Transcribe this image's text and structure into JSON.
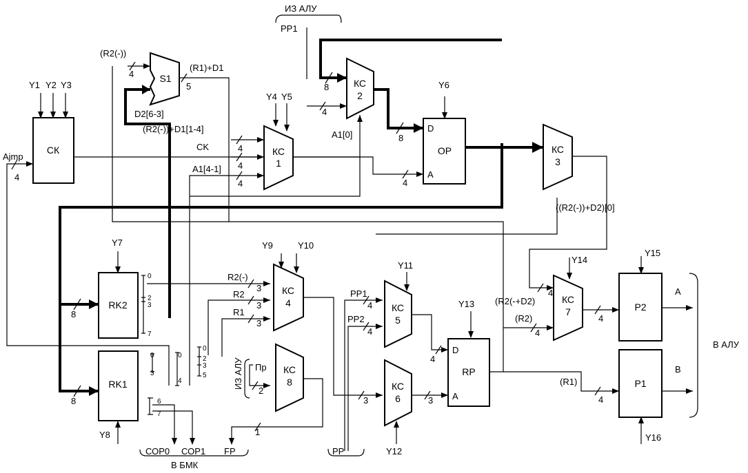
{
  "blocks": {
    "ck": "СК",
    "s1": "S1",
    "kc1": [
      "КС",
      "1"
    ],
    "kc2": [
      "КС",
      "2"
    ],
    "kc3": [
      "КС",
      "3"
    ],
    "kc4": [
      "КС",
      "4"
    ],
    "kc5": [
      "КС",
      "5"
    ],
    "kc6": [
      "КС",
      "6"
    ],
    "kc7": [
      "КС",
      "7"
    ],
    "kc8": [
      "КС",
      "8"
    ],
    "op": "ОР",
    "op_d": "D",
    "op_a": "A",
    "rp": "RP",
    "rp_d": "D",
    "rp_a": "A",
    "rk1": "RK1",
    "rk2": "RK2",
    "p1": "P1",
    "p2": "P2"
  },
  "signals": {
    "y1": "Y1",
    "y2": "Y2",
    "y3": "Y3",
    "y4": "Y4",
    "y5": "Y5",
    "y6": "Y6",
    "y7": "Y7",
    "y8": "Y8",
    "y9": "Y9",
    "y10": "Y10",
    "y11": "Y11",
    "y12": "Y12",
    "y13": "Y13",
    "y14": "Y14",
    "y15": "Y15",
    "y16": "Y16"
  },
  "labels": {
    "iz_alu_top": "ИЗ АЛУ",
    "iz_alu_side": "ИЗ АЛУ",
    "pp1_top": "PP1",
    "r2m_top": "(R2(-))",
    "r1_plus_d1": "(R1)+D1",
    "d2": "D2[6-3]",
    "r2m_d1": "(R2(-))+D1[1-4]",
    "ck_wire": "CK",
    "a1_41": "A1[4-1]",
    "a1_0": "A1[0]",
    "ajmp": "Ajmp",
    "r2m_d2_0": "((R2(-))+D2)[0]",
    "r2m_kc4": "R2(-)",
    "r2_kc4": "R2",
    "r1_kc4": "R1",
    "pp1_kc5": "PP1",
    "pp2_kc5": "PP2",
    "pr": "Пр",
    "r2m_d2_kc7": "(R2(-+D2)",
    "r2_kc7": "(R2)",
    "r1_p1": "(R1)",
    "out_a": "A",
    "out_b": "B",
    "v_alu": "В АЛУ",
    "cop0": "СОР0",
    "cop1": "СОР1",
    "fp": "FP",
    "v_bmk": "В БМК",
    "pp_bottom": "PP"
  },
  "bus_widths": {
    "ajmp": "4",
    "s1_in": "4",
    "s1_out": "5",
    "kc1_in1": "4",
    "kc1_in2": "4",
    "kc1_in3": "4",
    "kc2_in1": "8",
    "kc2_in2": "4",
    "op_d": "8",
    "op_a": "4",
    "kc4_in1": "3",
    "kc4_in2": "3",
    "kc4_in3": "3",
    "kc5_in1": "4",
    "kc5_in2": "4",
    "kc6_in": "3",
    "kc6_out": "3",
    "rp_d": "4",
    "kc7_in1": "4",
    "kc7_in2": "4",
    "p2_in": "4",
    "p1_in": "4",
    "rk2_in": "8",
    "rk1_in": "8",
    "kc8_in": "2",
    "fp": "1"
  },
  "bit_indices": {
    "rk2": [
      "0",
      "2",
      "3",
      "7"
    ],
    "rk1": [
      "0",
      "3",
      "6",
      "7"
    ],
    "mid_a": [
      "0",
      "4"
    ],
    "mid_b": [
      "0",
      "2",
      "3",
      "5"
    ]
  }
}
